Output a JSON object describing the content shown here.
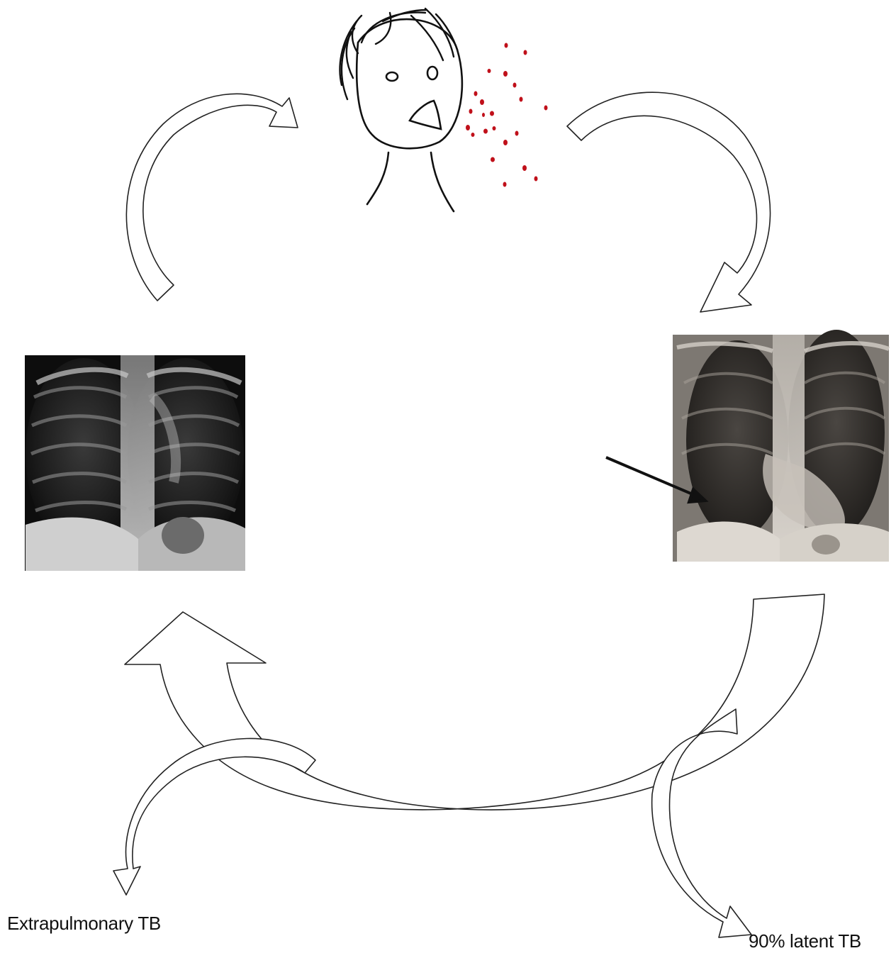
{
  "diagram": {
    "labels": {
      "extrapulmonary": "Extrapulmonary TB",
      "latent": "90% latent TB"
    },
    "nodes": [
      {
        "id": "coughing-person",
        "kind": "sketch"
      },
      {
        "id": "xray-left",
        "kind": "chest-xray"
      },
      {
        "id": "xray-right",
        "kind": "chest-xray-with-arrow"
      }
    ],
    "colors": {
      "droplets": "#c0101a",
      "stroke": "#222222",
      "arrow_fill": "#ffffff"
    }
  }
}
